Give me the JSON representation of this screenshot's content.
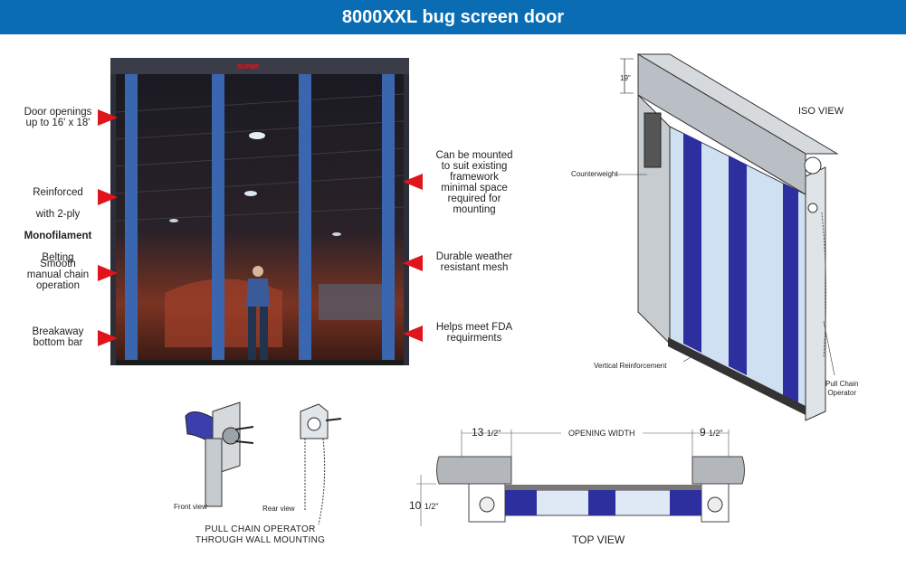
{
  "header": {
    "title": "8000XXL bug screen door"
  },
  "photo": {
    "logo_text": "SUPER"
  },
  "callouts_left": [
    {
      "lines": "Door openings\nup to 16' x 18'"
    },
    {
      "line1": "Reinforced",
      "line2": "with 2-ply",
      "line3": "Monofilament",
      "line4": "Belting"
    },
    {
      "lines": "Smooth\nmanual chain\noperation"
    },
    {
      "lines": "Breakaway\nbottom bar"
    }
  ],
  "callouts_right": [
    {
      "lines": "Can be mounted\nto suit existing\nframework\nminimal space\nrequired for\nmounting"
    },
    {
      "lines": "Durable weather\nresistant mesh"
    },
    {
      "lines": "Helps meet FDA\nrequirments"
    }
  ],
  "iso": {
    "title": "ISO VIEW",
    "dim_top": "19\"",
    "counterweight": "Counterweight",
    "vertical_reinforcement": "Vertical Reinforcement",
    "pull_chain": "Pull Chain\nOperator"
  },
  "operator": {
    "front_view": "Front view",
    "rear_view": "Rear view",
    "caption": "PULL CHAIN OPERATOR\nTHROUGH WALL MOUNTING"
  },
  "top_view": {
    "dim_left": "13",
    "dim_left_frac": "1/2\"",
    "opening_width": "OPENING WIDTH",
    "dim_right": "9",
    "dim_right_frac": "1/2\"",
    "dim_depth": "10",
    "dim_depth_frac": "1/2\"",
    "caption": "TOP  VIEW"
  },
  "colors": {
    "header": "#0a6db3",
    "arrow": "#e0141b",
    "door_blue": "#3b3fae",
    "post": "#3a66b0"
  }
}
